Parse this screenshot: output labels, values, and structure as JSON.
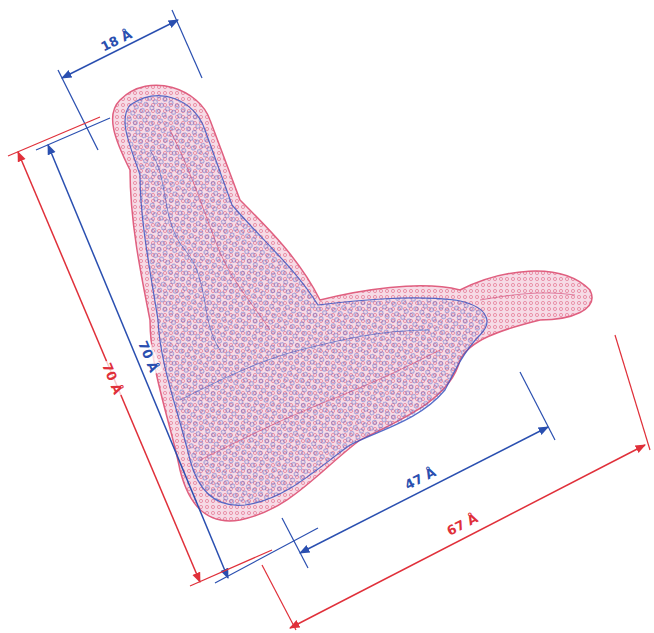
{
  "diagram": {
    "labels": [
      "18 Å",
      "70 Å",
      "70 Å",
      "47 Å",
      "67 Å"
    ]
  }
}
